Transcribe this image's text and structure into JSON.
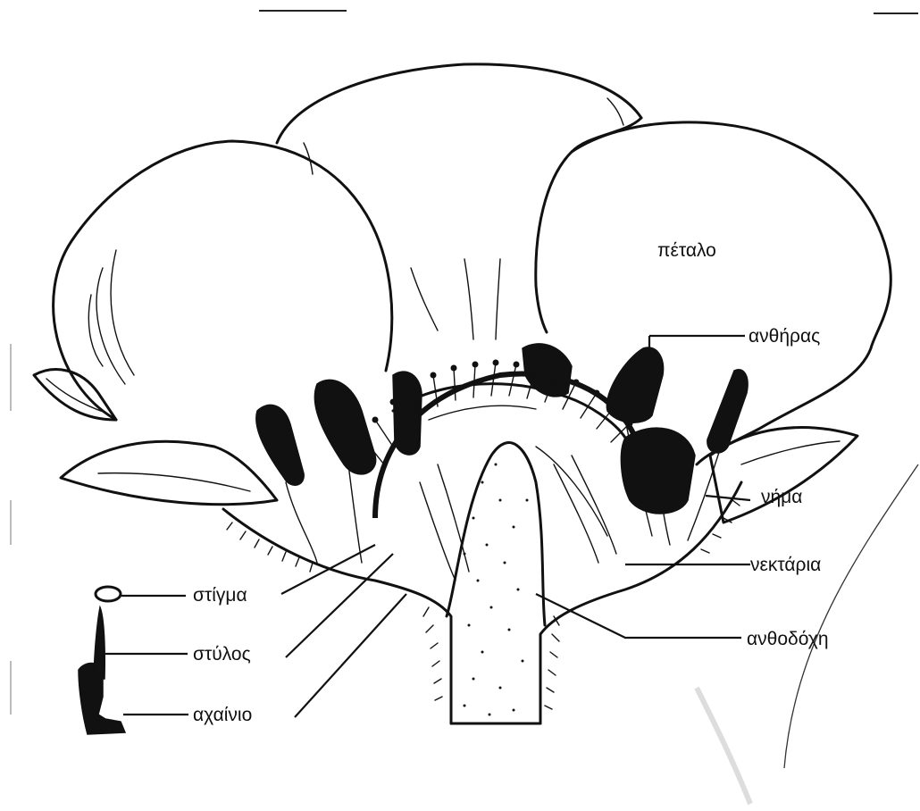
{
  "labels": {
    "petal": "πέταλο",
    "anther": "ανθήρας",
    "filament": "νήμα",
    "nectaries": "νεκτάρια",
    "receptacle": "ανθοδόχη",
    "stigma": "στίγμα",
    "style": "στύλος",
    "achene": "αχαίνιο"
  },
  "colors": {
    "ink": "#111111",
    "paper": "#ffffff"
  }
}
